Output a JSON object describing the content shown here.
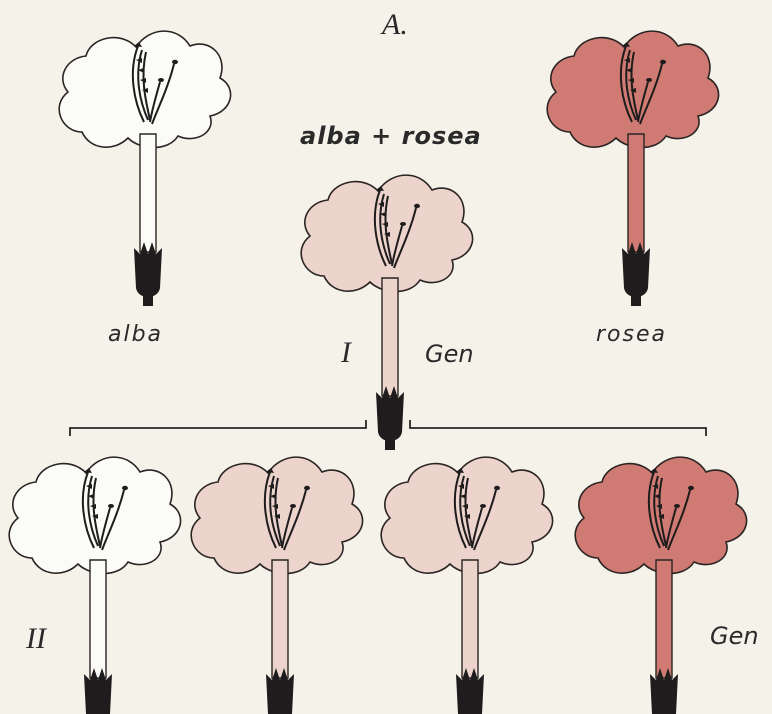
{
  "figure_label": "A.",
  "cross_label": "alba + rosea",
  "parent_left_label": "alba",
  "parent_right_label": "rosea",
  "generation_1": {
    "numeral": "I",
    "gen_label": "Gen"
  },
  "generation_2": {
    "numeral": "II",
    "gen_label": "Gen"
  },
  "colors": {
    "background": "#f5f2e9",
    "white_flower": "#fbfbf7",
    "light_pink_flower": "#ecd3cc",
    "rose_flower": "#cf7a72",
    "outline": "#2a2424",
    "calyx": "#1e1c1c"
  },
  "flowers": [
    {
      "name": "parent-alba",
      "color": "white"
    },
    {
      "name": "parent-rosea",
      "color": "rose"
    },
    {
      "name": "f1-hybrid",
      "color": "light-pink"
    },
    {
      "name": "f2-1",
      "color": "white"
    },
    {
      "name": "f2-2",
      "color": "light-pink"
    },
    {
      "name": "f2-3",
      "color": "light-pink"
    },
    {
      "name": "f2-4",
      "color": "rose"
    }
  ]
}
